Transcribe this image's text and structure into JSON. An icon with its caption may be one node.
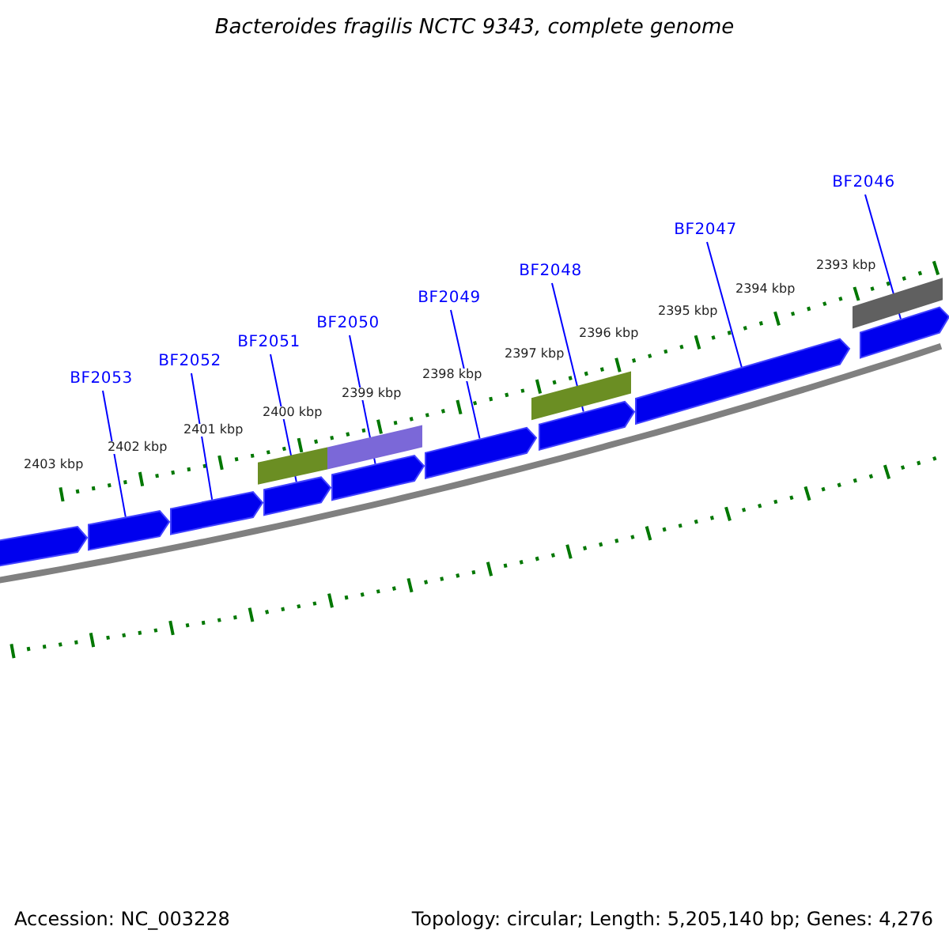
{
  "diagram": {
    "title": "Bacteroides fragilis NCTC 9343, complete genome",
    "nodes": [
      {
        "text": [
          "BF2053"
        ]
      },
      {
        "text": [
          "BF2052"
        ]
      },
      {
        "text": [
          "BF2051"
        ]
      },
      {
        "text": [
          "BF2050"
        ]
      },
      {
        "text": [
          "BF2049"
        ]
      },
      {
        "text": [
          "BF2048"
        ]
      },
      {
        "text": [
          "BF2047"
        ]
      },
      {
        "text": [
          "BF2046"
        ]
      },
      {
        "text": [],
        "shape": "bar"
      },
      {
        "text": [],
        "shape": "bar"
      },
      {
        "text": [],
        "shape": "bar"
      },
      {
        "text": [],
        "shape": "bar"
      },
      {
        "text": [],
        "shape": "bar"
      },
      {
        "text": [],
        "shape": "bar"
      },
      {
        "text": [],
        "shape": "bar"
      },
      {
        "text": [],
        "shape": "bar"
      },
      {
        "text": [],
        "shape": "bar"
      },
      {
        "text": [],
        "shape": "bar"
      },
      {
        "text": [],
        "shape": "bar"
      },
      {
        "text": [],
        "shape": "bar"
      },
      {
        "text": [],
        "shape": "bar"
      }
    ],
    "edges": [
      {
        "from": 0,
        "to": 9,
        "arrow": "none"
      },
      {
        "from": 1,
        "to": 10,
        "arrow": "none"
      },
      {
        "from": 2,
        "to": 11,
        "arrow": "none"
      },
      {
        "from": 3,
        "to": 12,
        "arrow": "none"
      },
      {
        "from": 4,
        "to": 13,
        "arrow": "none"
      },
      {
        "from": 5,
        "to": 14,
        "arrow": "none"
      },
      {
        "from": 6,
        "to": 15,
        "arrow": "none"
      },
      {
        "from": 7,
        "to": 16,
        "arrow": "none"
      }
    ],
    "labels": [
      "2403 kbp",
      "2402 kbp",
      "2401 kbp",
      "2400 kbp",
      "2399 kbp",
      "2398 kbp",
      "2397 kbp",
      "2396 kbp",
      "2395 kbp",
      "2394 kbp",
      "2393 kbp",
      "Accession: NC_003228",
      "Topology: circular; Length: 5,205,140 bp; Genes: 4,276"
    ]
  }
}
